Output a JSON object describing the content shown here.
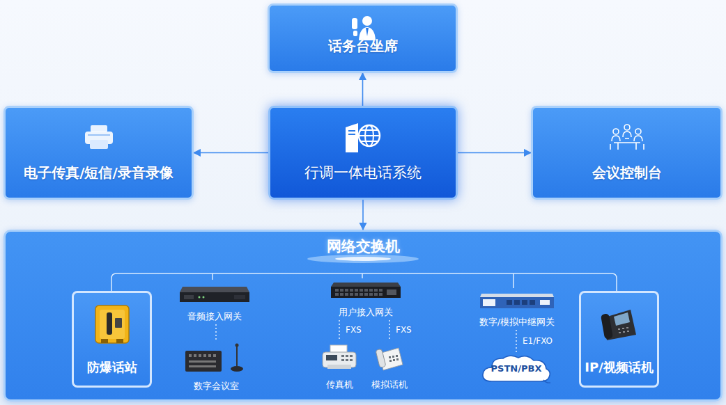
{
  "diagram": {
    "nodes": [
      {
        "text": [
          "话务台坐席"
        ]
      },
      {
        "text": [
          "电子传真/短信/录音录像"
        ]
      },
      {
        "text": [
          "行调一体电话系统"
        ]
      },
      {
        "text": [
          "会议控制台"
        ]
      },
      {
        "text": [
          "网络交换机"
        ]
      },
      {
        "text": [
          "防爆话站"
        ],
        "in": 4
      },
      {
        "text": [
          "音频接入网关"
        ],
        "in": 4
      },
      {
        "text": [
          "数字会议室"
        ],
        "in": 4
      },
      {
        "text": [
          "用户接入网关"
        ],
        "in": 4
      },
      {
        "text": [
          "传真机"
        ],
        "in": 4
      },
      {
        "text": [
          "模拟话机"
        ],
        "in": 4
      },
      {
        "text": [
          "数字/模拟中继网关"
        ],
        "in": 4
      },
      {
        "text": [
          "PSTN/PBX"
        ],
        "in": 4
      },
      {
        "text": [
          "IP/视频话机"
        ],
        "in": 4
      }
    ],
    "edges": [
      {
        "from": 2,
        "to": 0,
        "arrow": "to"
      },
      {
        "from": 2,
        "to": 1,
        "arrow": "to"
      },
      {
        "from": 2,
        "to": 3,
        "arrow": "to"
      },
      {
        "from": 2,
        "to": 4,
        "arrow": "to"
      },
      {
        "from": 6,
        "to": 7,
        "arrow": "none"
      },
      {
        "from": 8,
        "to": 9,
        "label": "FXS",
        "arrow": "none"
      },
      {
        "from": 8,
        "to": 10,
        "label": "FXS",
        "arrow": "none"
      },
      {
        "from": 11,
        "to": 12,
        "label": "E1/FXO",
        "arrow": "none"
      }
    ]
  }
}
